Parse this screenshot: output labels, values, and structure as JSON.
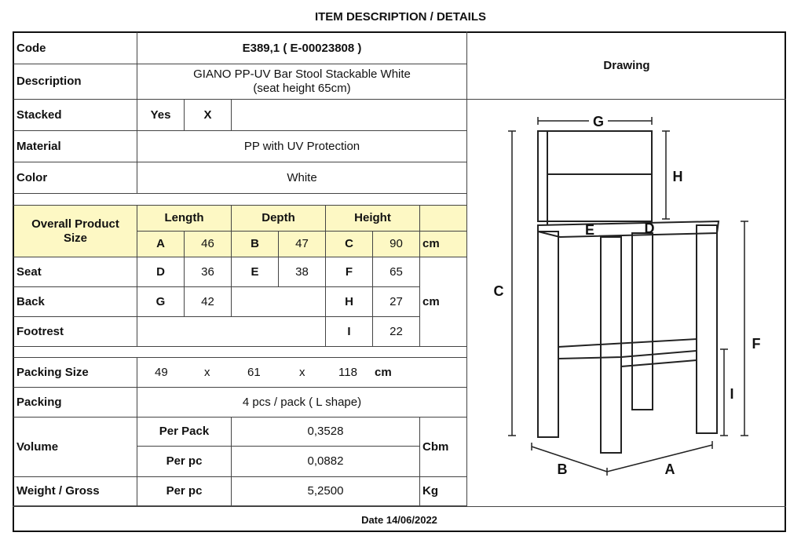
{
  "title": "ITEM DESCRIPTION / DETAILS",
  "labels": {
    "code": "Code",
    "description": "Description",
    "stacked": "Stacked",
    "material": "Material",
    "color": "Color",
    "overall": "Overall Product Size",
    "seat": "Seat",
    "back": "Back",
    "footrest": "Footrest",
    "packing_size": "Packing Size",
    "packing": "Packing",
    "volume": "Volume",
    "weight": "Weight / Gross",
    "drawing": "Drawing"
  },
  "values": {
    "code": "E389,1  ( E-00023808 )",
    "description_line1": "GIANO PP-UV Bar Stool Stackable White",
    "description_line2": "(seat height 65cm)",
    "stacked_yes": "Yes",
    "stacked_mark": "X",
    "material": "PP with UV Protection",
    "color": "White"
  },
  "size_headers": {
    "length": "Length",
    "depth": "Depth",
    "height": "Height"
  },
  "dimensions": {
    "overall": {
      "a_label": "A",
      "a": "46",
      "b_label": "B",
      "b": "47",
      "c_label": "C",
      "c": "90",
      "unit": "cm"
    },
    "seat": {
      "d_label": "D",
      "d": "36",
      "e_label": "E",
      "e": "38",
      "f_label": "F",
      "f": "65"
    },
    "back": {
      "g_label": "G",
      "g": "42",
      "h_label": "H",
      "h": "27"
    },
    "footrest": {
      "i_label": "I",
      "i": "22"
    },
    "unit": "cm"
  },
  "packing_size": {
    "l": "49",
    "x1": "x",
    "w": "61",
    "x2": "x",
    "h": "118",
    "unit": "cm"
  },
  "packing": "4 pcs / pack ( L shape)",
  "volume": {
    "per_pack_label": "Per Pack",
    "per_pack": "0,3528",
    "per_pc_label": "Per pc",
    "per_pc": "0,0882",
    "unit": "Cbm"
  },
  "weight": {
    "per_pc_label": "Per pc",
    "value": "5,2500",
    "unit": "Kg"
  },
  "drawing_letters": {
    "a": "A",
    "b": "B",
    "c": "C",
    "d": "D",
    "e": "E",
    "f": "F",
    "g": "G",
    "h": "H",
    "i": "I"
  },
  "date": "Date 14/06/2022"
}
